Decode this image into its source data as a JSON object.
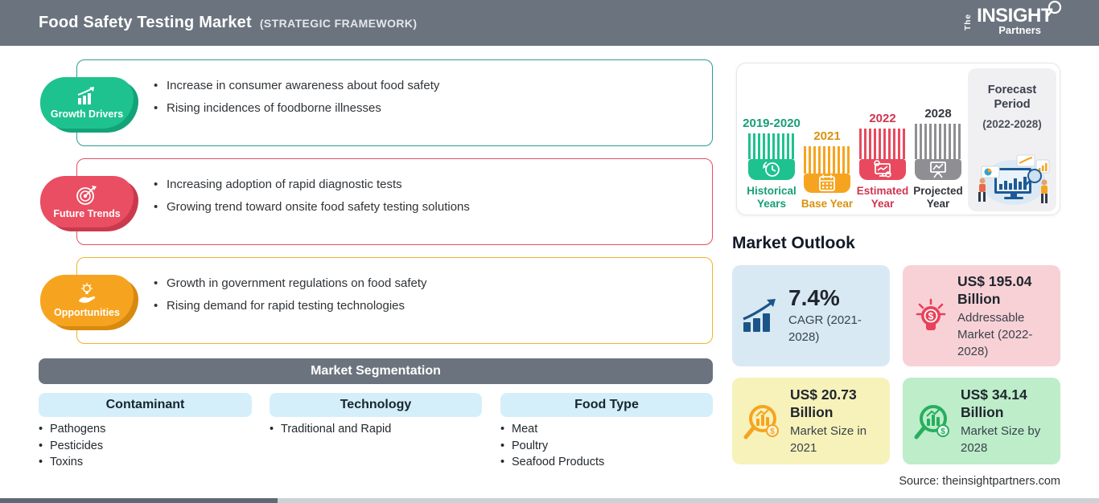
{
  "header": {
    "title": "Food Safety Testing Market",
    "subtitle": "(STRATEGIC FRAMEWORK)",
    "bg_color": "#6b747e",
    "logo": {
      "the": "The",
      "insight": "INSIGHT",
      "partners": "Partners"
    }
  },
  "sections": [
    {
      "label": "Growth Drivers",
      "icon": "growth-chart-icon",
      "accent_color": "#1ec28e",
      "border_color": "#2a9d8f",
      "bullets": [
        "Increase in consumer awareness about food safety",
        "Rising incidences of foodborne illnesses"
      ]
    },
    {
      "label": "Future Trends",
      "icon": "target-arrow-icon",
      "accent_color": "#ea4e62",
      "border_color": "#e45160",
      "bullets": [
        "Increasing adoption of rapid diagnostic tests",
        "Growing trend toward onsite food safety testing solutions"
      ]
    },
    {
      "label": "Opportunities",
      "icon": "bulb-hand-icon",
      "accent_color": "#f6a41f",
      "border_color": "#f0b429",
      "bullets": [
        "Growth in government regulations on food safety",
        "Rising demand for rapid testing technologies"
      ]
    }
  ],
  "segmentation": {
    "title": "Market Segmentation",
    "columns": [
      {
        "header": "Contaminant",
        "items": [
          "Pathogens",
          "Pesticides",
          "Toxins"
        ]
      },
      {
        "header": "Technology",
        "items": [
          "Traditional and Rapid"
        ]
      },
      {
        "header": "Food Type",
        "items": [
          "Meat",
          "Poultry",
          "Seafood Products"
        ]
      }
    ]
  },
  "timeline": {
    "bars": [
      {
        "year": "2019-2020",
        "caption": "Historical Years",
        "color": "#1ec28e",
        "icon": "history-clock-icon"
      },
      {
        "year": "2021",
        "caption": "Base Year",
        "color": "#f6a41f",
        "icon": "calendar-icon"
      },
      {
        "year": "2022",
        "caption": "Estimated Year",
        "color": "#e9495f",
        "icon": "monitor-gear-icon"
      },
      {
        "year": "2028",
        "caption": "Projected Year",
        "color": "#8e8e93",
        "icon": "projection-board-icon"
      }
    ],
    "forecast": {
      "title": "Forecast Period",
      "range": "(2022-2028)"
    }
  },
  "outlook": {
    "title": "Market Outlook",
    "cards": [
      {
        "value": "7.4%",
        "label": "CAGR (2021-2028)",
        "bg": "#d8e9f4",
        "icon": "bar-chart-arrow-icon",
        "accent": "#1b5587"
      },
      {
        "value": "US$ 195.04 Billion",
        "label": "Addressable Market (2022-2028)",
        "bg": "#f8d1d6",
        "icon": "bulb-dollar-icon",
        "accent": "#e8415a"
      },
      {
        "value": "US$ 20.73 Billion",
        "label": "Market Size in 2021",
        "bg": "#f7f2ba",
        "icon": "magnifier-chart-icon",
        "accent": "#f6a41f"
      },
      {
        "value": "US$ 34.14 Billion",
        "label": "Market Size by 2028",
        "bg": "#bdedc9",
        "icon": "magnifier-chart-icon",
        "accent": "#27ae60"
      }
    ]
  },
  "source": "Source: theinsightpartners.com"
}
